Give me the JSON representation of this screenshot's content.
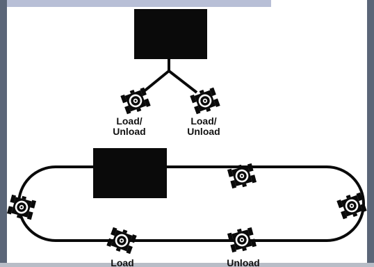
{
  "colors": {
    "ink": "#0a0a0a",
    "frame_top": "#b8bfd6",
    "frame_side": "#5b6678",
    "frame_bottom": "#b8bdc7",
    "background": "#ffffff"
  },
  "top_section": {
    "machine_icon": "black-square",
    "stations": [
      {
        "line1": "Load/",
        "line2": "Unload",
        "icon": "pallet-robot-icon"
      },
      {
        "line1": "Load/",
        "line2": "Unload",
        "icon": "pallet-robot-icon"
      }
    ]
  },
  "bottom_section": {
    "machine_icon": "black-square",
    "loop": "closed-track",
    "labels": {
      "load": "Load",
      "unload": "Unload"
    },
    "vehicle_icon": "pallet-robot-icon"
  }
}
